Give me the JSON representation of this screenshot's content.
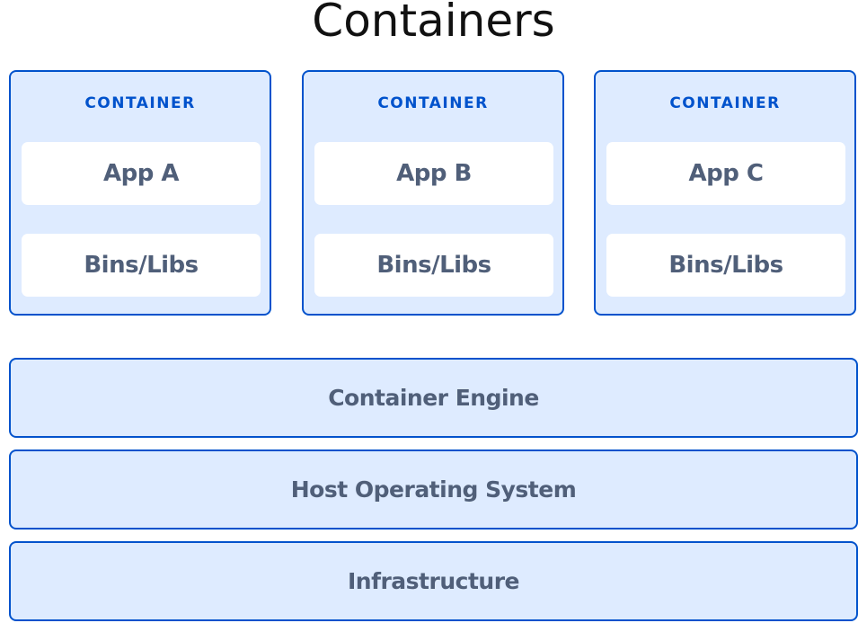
{
  "title": "Containers",
  "colors": {
    "accent": "#0052CC",
    "fill": "#DEEBFF",
    "text": "#505F79"
  },
  "containers": [
    {
      "label": "CONTAINER",
      "app": "App A",
      "libs": "Bins/Libs"
    },
    {
      "label": "CONTAINER",
      "app": "App B",
      "libs": "Bins/Libs"
    },
    {
      "label": "CONTAINER",
      "app": "App C",
      "libs": "Bins/Libs"
    }
  ],
  "layers": [
    {
      "label": "Container Engine"
    },
    {
      "label": "Host Operating System"
    },
    {
      "label": "Infrastructure"
    }
  ]
}
